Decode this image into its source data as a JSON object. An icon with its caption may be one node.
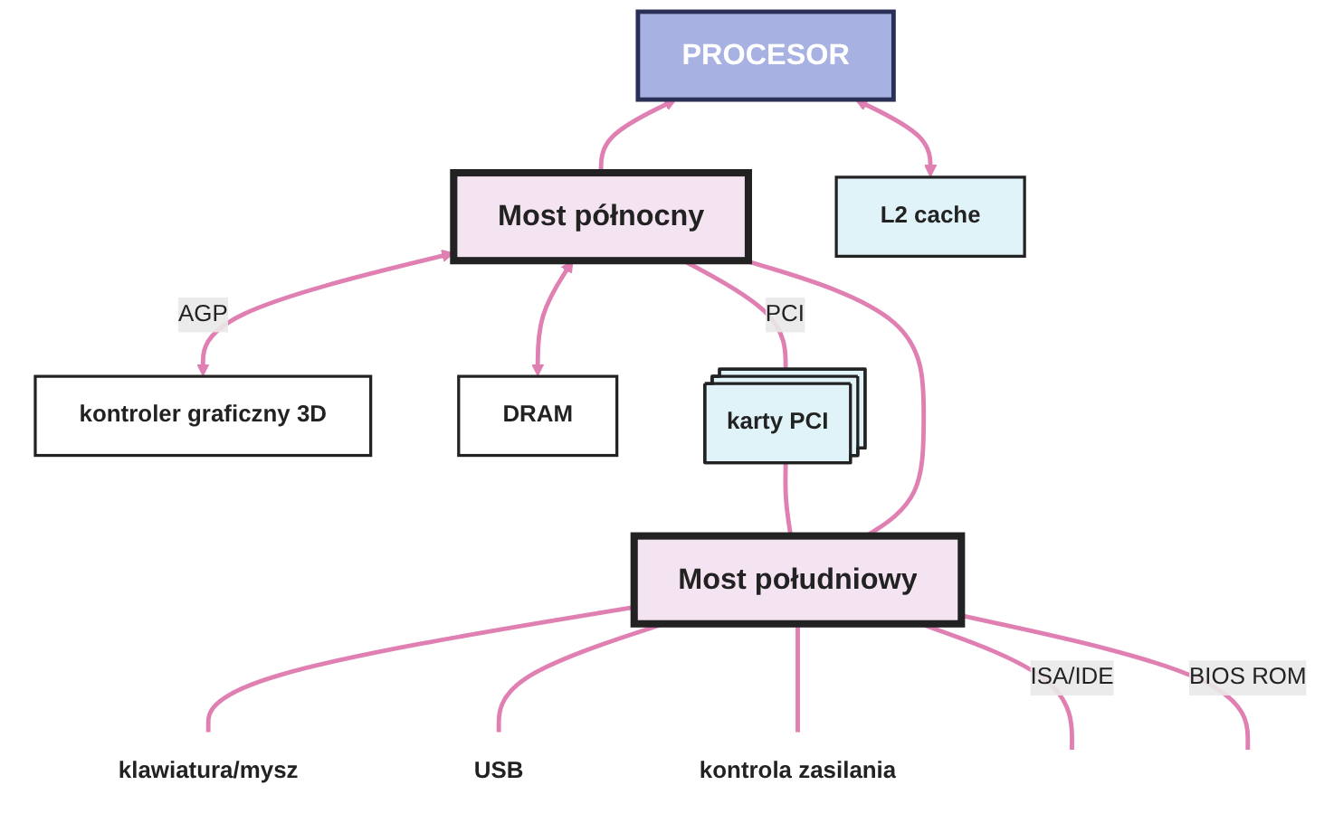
{
  "diagram": {
    "nodes": [
      {
        "text": [
          "PROCESOR"
        ]
      },
      {
        "text": [
          "L2 cache"
        ]
      },
      {
        "text": [
          "kontroler graficzny 3D"
        ]
      },
      {
        "text": [
          "Most północny"
        ]
      },
      {
        "text": [
          "DRAM"
        ]
      },
      {
        "text": [
          "karty PCI"
        ]
      },
      {
        "text": [
          "Most południowy"
        ]
      },
      {
        "text": [
          "klawiatura/mysz"
        ]
      },
      {
        "text": [
          "USB"
        ]
      },
      {
        "text": [
          "kontrola zasilania"
        ]
      }
    ],
    "edges": [
      {
        "from": 3,
        "to": 0,
        "arrow": "to"
      },
      {
        "from": 1,
        "to": 0,
        "arrow": "both"
      },
      {
        "from": 2,
        "to": 3,
        "label": "AGP",
        "arrow": "both"
      },
      {
        "from": 4,
        "to": 3,
        "arrow": "both"
      },
      {
        "from": 5,
        "to": 3,
        "label": "PCI",
        "arrow": "none"
      },
      {
        "from": 6,
        "to": 5,
        "arrow": "none"
      },
      {
        "from": 6,
        "to": 3,
        "arrow": "none"
      },
      {
        "from": 7,
        "to": 6,
        "arrow": "none"
      },
      {
        "from": 8,
        "to": 6,
        "arrow": "none"
      },
      {
        "from": 9,
        "to": 6,
        "arrow": "none"
      },
      {
        "from": null,
        "to": 6,
        "label": "ISA/IDE",
        "arrow": "none"
      },
      {
        "from": null,
        "to": 6,
        "label": "BIOS ROM",
        "arrow": "none"
      }
    ]
  }
}
